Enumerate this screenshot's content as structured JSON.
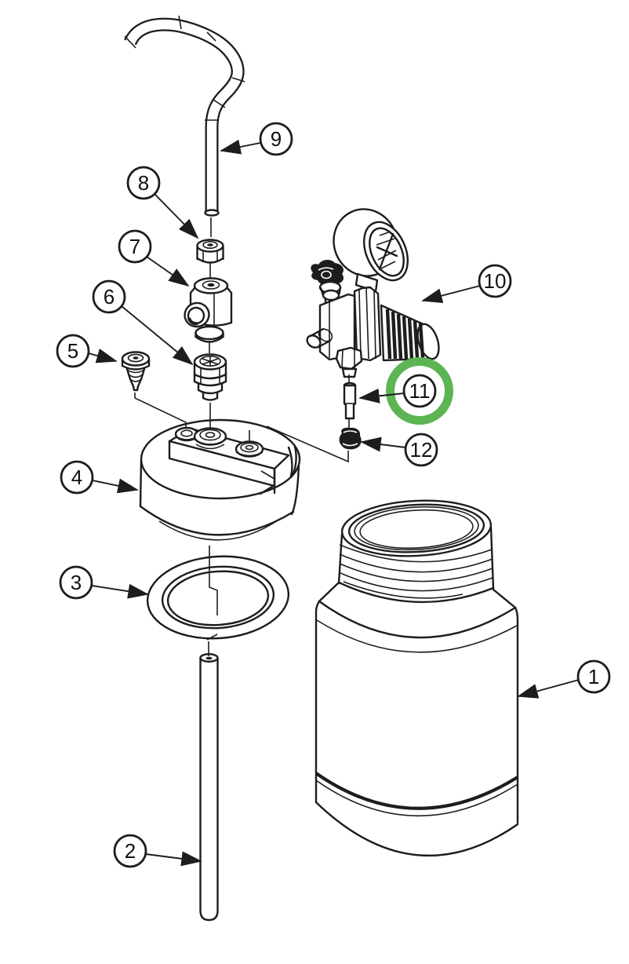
{
  "diagram": {
    "kind": "exploded-parts-diagram",
    "background_color": "#ffffff",
    "line_color": "#1d1d1d",
    "highlight": {
      "callout_label": "11",
      "ring_color": "#5cb552"
    },
    "callouts": [
      {
        "label": "1"
      },
      {
        "label": "2"
      },
      {
        "label": "3"
      },
      {
        "label": "4"
      },
      {
        "label": "5"
      },
      {
        "label": "6"
      },
      {
        "label": "7"
      },
      {
        "label": "8"
      },
      {
        "label": "9"
      },
      {
        "label": "10"
      },
      {
        "label": "11"
      },
      {
        "label": "12"
      }
    ]
  }
}
